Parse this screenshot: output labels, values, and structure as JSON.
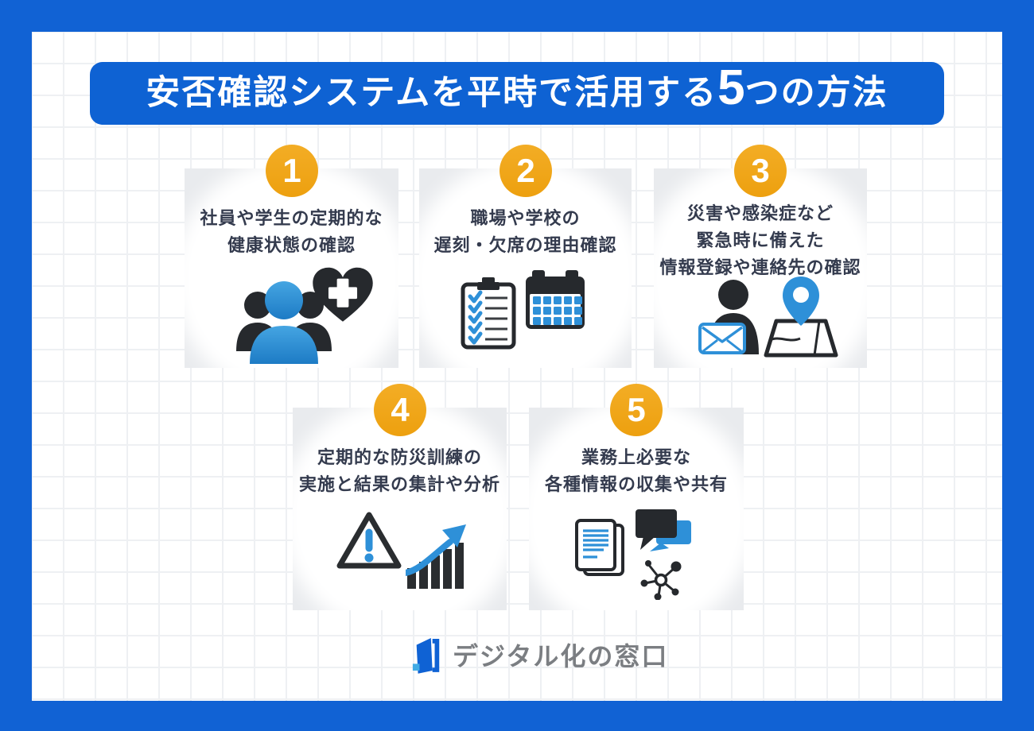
{
  "title": {
    "before": "安否確認システムを平時で活用する",
    "highlight": "5",
    "after": "つの方法"
  },
  "cards": [
    {
      "number": "1",
      "lines": [
        "社員や学生の定期的な",
        "健康状態の確認"
      ],
      "icons": [
        "people-group-icon",
        "heart-medical-icon"
      ]
    },
    {
      "number": "2",
      "lines": [
        "職場や学校の",
        "遅刻・欠席の理由確認"
      ],
      "icons": [
        "checklist-icon",
        "calendar-icon"
      ]
    },
    {
      "number": "3",
      "lines": [
        "災害や感染症など",
        "緊急時に備えた",
        "情報登録や連絡先の確認"
      ],
      "icons": [
        "person-mail-icon",
        "map-pin-icon"
      ]
    },
    {
      "number": "4",
      "lines": [
        "定期的な防災訓練の",
        "実施と結果の集計や分析"
      ],
      "icons": [
        "warning-triangle-icon",
        "bar-chart-growth-icon"
      ]
    },
    {
      "number": "5",
      "lines": [
        "業務上必要な",
        "各種情報の収集や共有"
      ],
      "icons": [
        "documents-icon",
        "chat-bubbles-icon",
        "network-share-icon"
      ]
    }
  ],
  "footer": {
    "logo_text": "デジタル化の窓口"
  },
  "colors": {
    "frame_blue": "#1162D4",
    "banner_blue": "#0E62D3",
    "number_orange": "#F0A71C",
    "icon_blue": "#2E90D8",
    "icon_dark": "#26292D",
    "card_gray": "#E9EBEE",
    "text_navy": "#343B4E",
    "logo_gray": "#7B7E82",
    "logo_blue": "#0F62D4",
    "logo_lightblue": "#41ABE5",
    "grid_line": "#EEF0F3"
  }
}
